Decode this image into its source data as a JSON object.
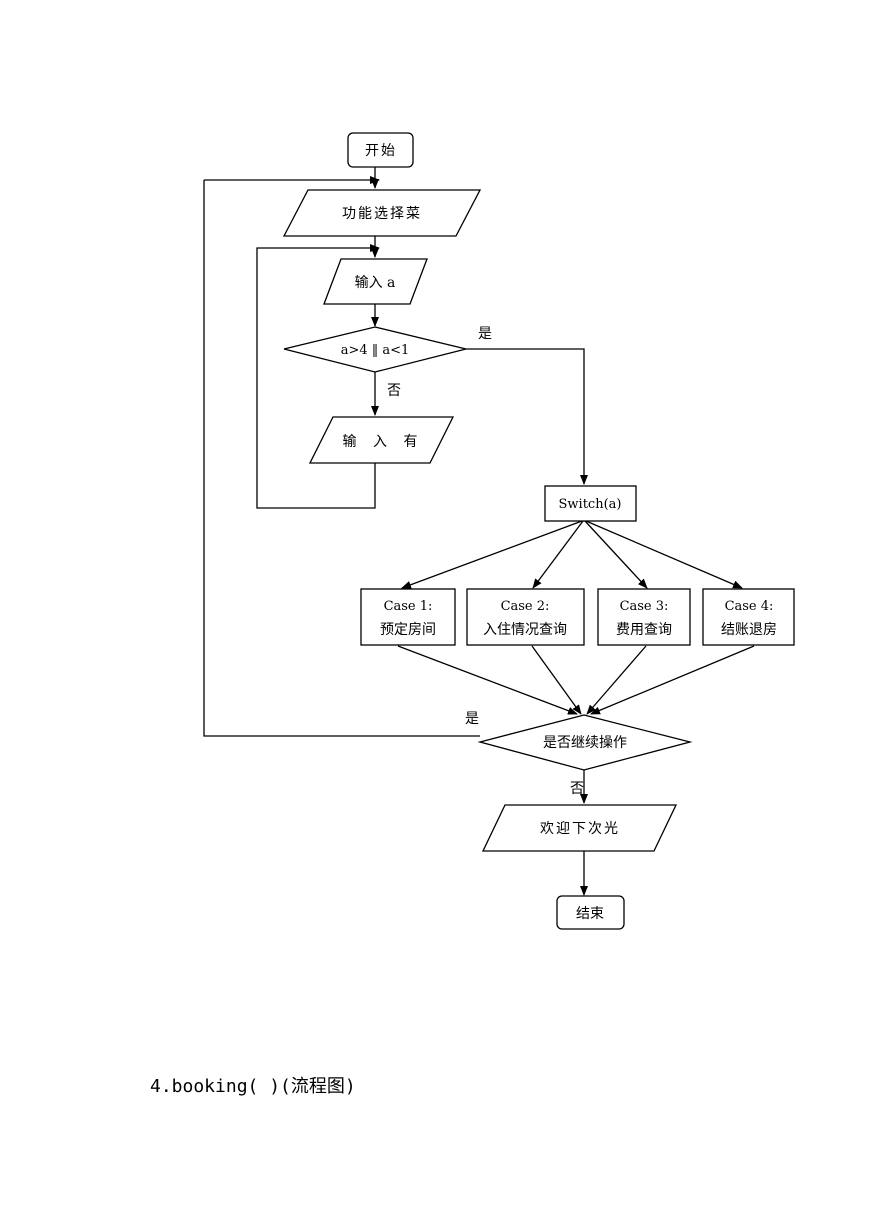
{
  "nodes": {
    "start": "开始",
    "menu": "功能选择菜",
    "input_a": "输入 a",
    "condition": "a>4 ‖ a<1",
    "input_again": "输 入 有",
    "switch": "Switch(a)",
    "case1": {
      "title": "Case 1:",
      "text": "预定房间"
    },
    "case2": {
      "title": "Case 2:",
      "text": "入住情况查询"
    },
    "case3": {
      "title": "Case 3:",
      "text": "费用查询"
    },
    "case4": {
      "title": "Case 4:",
      "text": "结账退房"
    },
    "continue": "是否继续操作",
    "farewell": "欢迎下次光",
    "end": "结束"
  },
  "edge_labels": {
    "condition_yes": "是",
    "condition_no": "否",
    "continue_yes": "是",
    "continue_no": "否"
  },
  "caption": "4.booking( )(流程图)"
}
